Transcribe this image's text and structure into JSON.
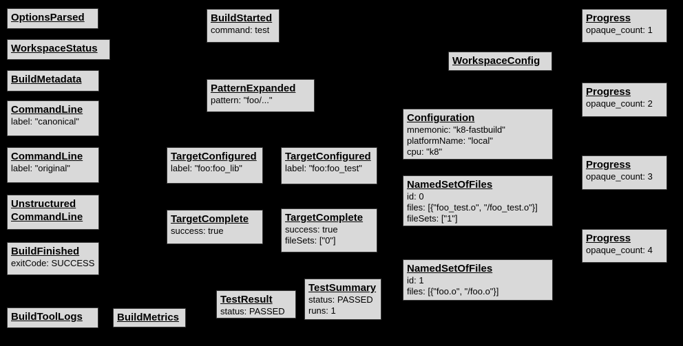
{
  "diagram": {
    "background": "#000000",
    "node_fill": "#d9d9d9",
    "node_border": "#3a3a3a",
    "text_color": "#000000"
  },
  "nodes": {
    "options_parsed": {
      "title": "OptionsParsed"
    },
    "workspace_status": {
      "title": "WorkspaceStatus"
    },
    "build_metadata": {
      "title": "BuildMetadata"
    },
    "command_line_canonical": {
      "title": "CommandLine",
      "lines": [
        "label: \"canonical\""
      ]
    },
    "command_line_original": {
      "title": "CommandLine",
      "lines": [
        "label: \"original\""
      ]
    },
    "unstructured_command_line": {
      "title_lines": [
        "Unstructured",
        "CommandLine"
      ]
    },
    "build_finished": {
      "title": "BuildFinished",
      "lines": [
        "exitCode: SUCCESS"
      ]
    },
    "build_tool_logs": {
      "title": "BuildToolLogs"
    },
    "build_metrics": {
      "title": "BuildMetrics"
    },
    "build_started": {
      "title": "BuildStarted",
      "lines": [
        "command: test"
      ]
    },
    "pattern_expanded": {
      "title": "PatternExpanded",
      "lines": [
        "pattern: \"foo/...\""
      ]
    },
    "target_configured_lib": {
      "title": "TargetConfigured",
      "lines": [
        "label: \"foo:foo_lib\""
      ]
    },
    "target_configured_test": {
      "title": "TargetConfigured",
      "lines": [
        "label: \"foo:foo_test\""
      ]
    },
    "target_complete_lib": {
      "title": "TargetComplete",
      "lines": [
        "success: true"
      ]
    },
    "target_complete_test": {
      "title": "TargetComplete",
      "lines": [
        "success: true",
        "fileSets: [\"0\"]"
      ]
    },
    "test_result": {
      "title": "TestResult",
      "lines": [
        "status: PASSED"
      ]
    },
    "test_summary": {
      "title": "TestSummary",
      "lines": [
        "status: PASSED",
        "runs: 1"
      ]
    },
    "workspace_config": {
      "title": "WorkspaceConfig"
    },
    "configuration": {
      "title": "Configuration",
      "lines": [
        "mnemonic: \"k8-fastbuild\"",
        "platformName: \"local\"",
        "cpu: \"k8\""
      ]
    },
    "named_set_of_files_0": {
      "title": "NamedSetOfFiles",
      "lines": [
        "id: 0",
        "files: [{\"foo_test.o\", \"/foo_test.o\"}]",
        "fileSets: [\"1\"]"
      ]
    },
    "named_set_of_files_1": {
      "title": "NamedSetOfFiles",
      "lines": [
        "id: 1",
        "files: [{\"foo.o\", \"/foo.o\"}]"
      ]
    },
    "progress_1": {
      "title": "Progress",
      "lines": [
        "opaque_count: 1"
      ]
    },
    "progress_2": {
      "title": "Progress",
      "lines": [
        "opaque_count: 2"
      ]
    },
    "progress_3": {
      "title": "Progress",
      "lines": [
        "opaque_count: 3"
      ]
    },
    "progress_4": {
      "title": "Progress",
      "lines": [
        "opaque_count: 4"
      ]
    }
  }
}
